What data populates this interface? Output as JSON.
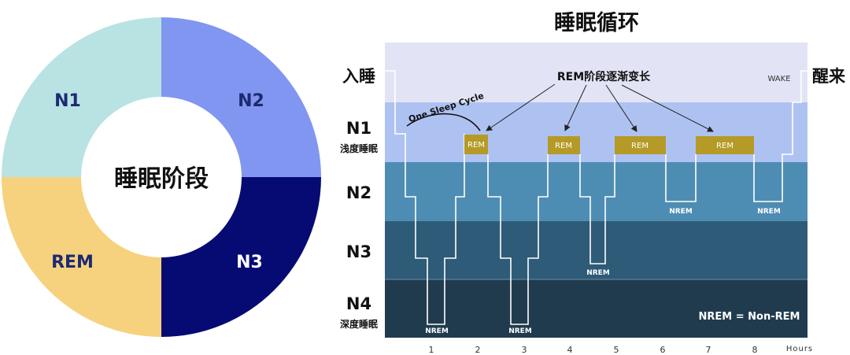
{
  "donut": {
    "center_label": "睡眠阶段",
    "segments": [
      {
        "label": "N2",
        "color": "#8196f0"
      },
      {
        "label": "N3",
        "color": "#050b72"
      },
      {
        "label": "REM",
        "color": "#f6d27f"
      },
      {
        "label": "N1",
        "color": "#b8e3e2"
      }
    ]
  },
  "cycle": {
    "title": "睡眠循环",
    "rem_lengthening_label": "REM阶段逐渐变长",
    "one_cycle_label": "One Sleep Cycle",
    "wake_label": "WAKE",
    "legend_note": "NREM = Non-REM",
    "hours_label": "Hours",
    "hour_ticks": [
      "1",
      "2",
      "3",
      "4",
      "5",
      "6",
      "7",
      "8"
    ],
    "left_labels": {
      "sleep_onset": "入睡",
      "n1": "N1",
      "n1_sub": "浅度睡眠",
      "n2": "N2",
      "n3": "N3",
      "n4": "N4",
      "n4_sub": "深度睡眠"
    },
    "right_labels": {
      "wake_up": "醒来"
    },
    "rem_block_label": "REM",
    "nrem_label": "NREM",
    "colors": {
      "wake_band": "#e2e4f6",
      "n1_band": "#aec2f2",
      "n2_band": "#4e8db3",
      "n3_band": "#2e5b78",
      "n4_band": "#203b4e",
      "rem_block": "#b59a27",
      "hypnogram_line": "#ffffff"
    }
  }
}
